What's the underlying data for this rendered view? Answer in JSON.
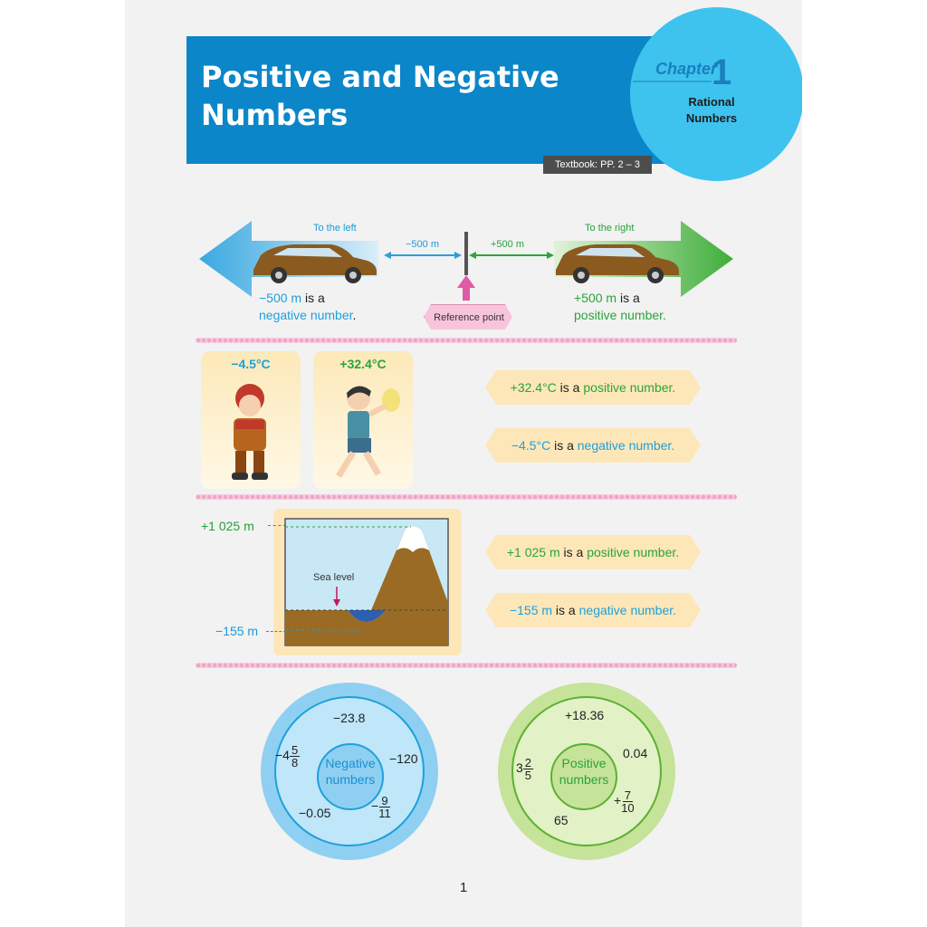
{
  "header": {
    "title": "Positive and Negative Numbers",
    "chapter_word": "Chapter",
    "chapter_number": "1",
    "chapter_name": "Rational Numbers",
    "textbook_ref": "Textbook: PP. 2 – 3"
  },
  "number_line": {
    "to_left": "To the left",
    "to_right": "To the right",
    "minus_500": "−500 m",
    "plus_500": "+500 m",
    "reference_point": "Reference point",
    "left_caption_value": "−500 m",
    "left_caption_is": " is a",
    "left_caption_type": "negative number",
    "left_caption_end": ".",
    "right_caption_value": "+500 m",
    "right_caption_is": " is a",
    "right_caption_type": "positive number."
  },
  "temperature": {
    "cold_label": "−4.5°C",
    "hot_label": "+32.4°C",
    "box1_value": "+32.4°C",
    "box1_is": " is a ",
    "box1_type": "positive number.",
    "box2_value": "−4.5°C",
    "box2_is": " is a ",
    "box2_type": "negative number."
  },
  "elevation": {
    "top_label": "+1 025 m",
    "bottom_label": "−155 m",
    "sea_level": "Sea level",
    "box1_value": "+1 025 m",
    "box1_is": " is a ",
    "box1_type": "positive number.",
    "box2_value": "−155 m",
    "box2_is": " is a ",
    "box2_type": "negative number."
  },
  "negative_circle": {
    "center_line1": "Negative",
    "center_line2": "numbers",
    "n1": "−23.8",
    "n2_whole": "−4",
    "n2_num": "5",
    "n2_den": "8",
    "n3": "−120",
    "n4": "−0.05",
    "n5_sign": "−",
    "n5_num": "9",
    "n5_den": "11"
  },
  "positive_circle": {
    "center_line1": "Positive",
    "center_line2": "numbers",
    "p1": "+18.36",
    "p2_whole": "3",
    "p2_num": "2",
    "p2_den": "5",
    "p3": "0.04",
    "p4_sign": "+",
    "p4_num": "7",
    "p4_den": "10",
    "p5": "65"
  },
  "page_number": "1",
  "colors": {
    "header_blue": "#0b86c9",
    "chapter_circle": "#3ec3ef",
    "negative_blue": "#1ea0dc",
    "positive_green": "#2aa43a",
    "caption_box": "#fde7b8",
    "divider_pink": "#f0a6c6"
  }
}
